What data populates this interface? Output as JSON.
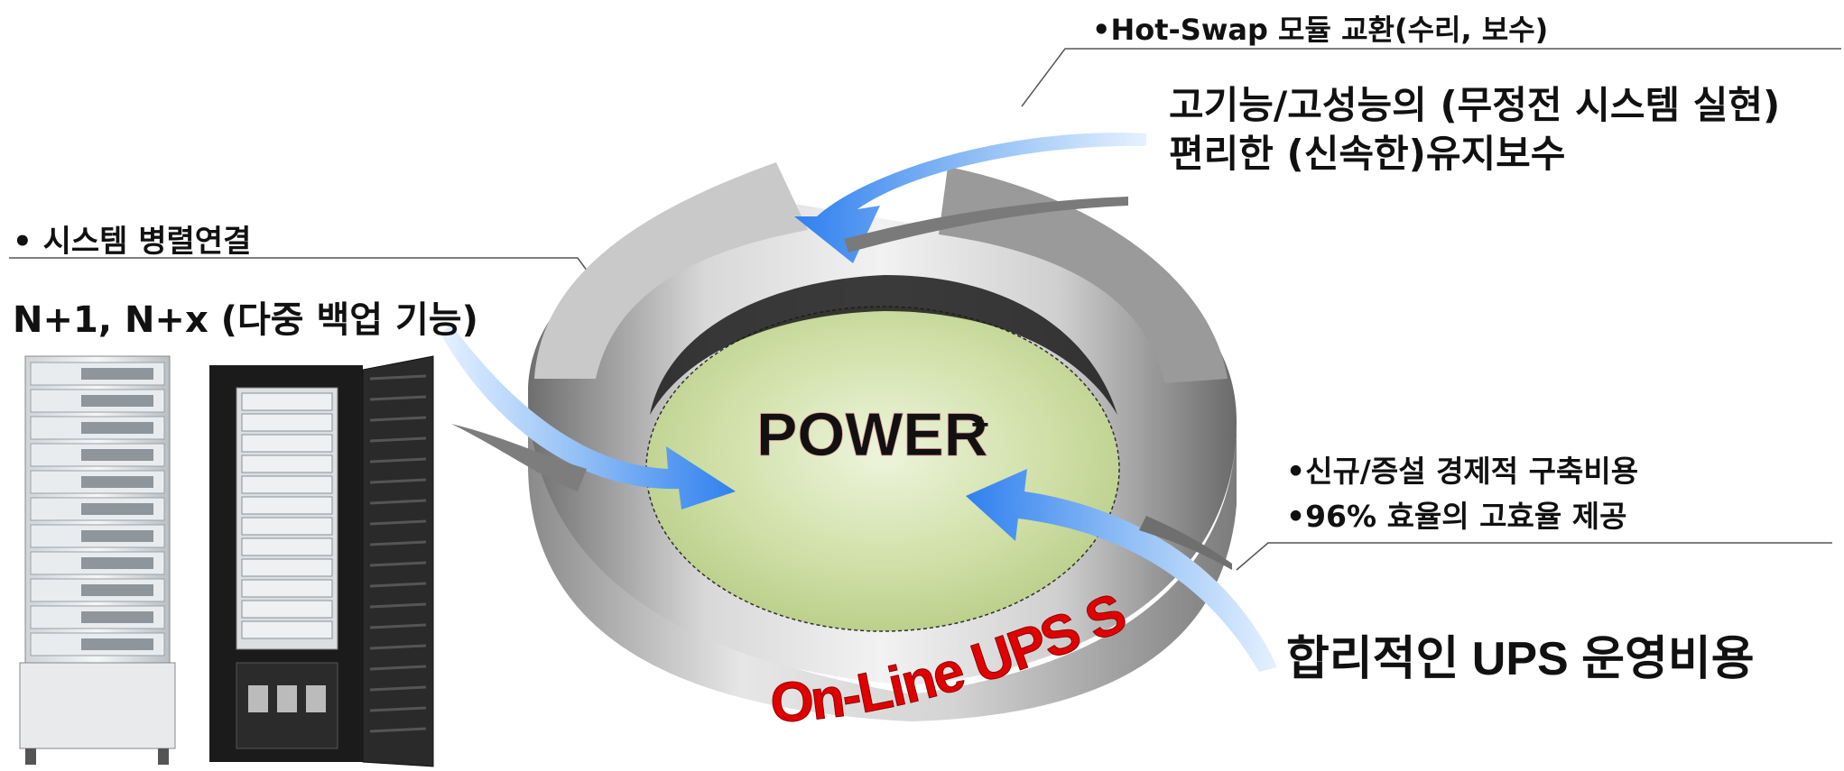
{
  "top_right": {
    "bullet": "•Hot-Swap 모듈 교환(수리, 보수)",
    "headline_1": "고기능/고성능의 (무정전 시스템 실현)",
    "headline_2": "편리한 (신속한)유지보수"
  },
  "left": {
    "bullet": "• 시스템 병렬연결",
    "headline": "N+1, N+x (다중 백업 기능)"
  },
  "bottom_right": {
    "bullet_1": "•신규/증설 경제적 구축비용",
    "bullet_2": "•96% 효율의 고효율 제공",
    "headline": "합리적인  UPS 운영비용"
  },
  "center": {
    "label": "POWER",
    "superscript": "+",
    "ring_text": "On-Line UPS System"
  },
  "colors": {
    "ring_gray": "#a9a9a9",
    "center_green": "#c4d69a",
    "arrow_blue": "#3d8cf0",
    "ring_text_red": "#e00000"
  },
  "icons": [
    "ups-stack-unit-icon",
    "ups-rack-cabinet-icon",
    "curved-arrow-icon"
  ]
}
